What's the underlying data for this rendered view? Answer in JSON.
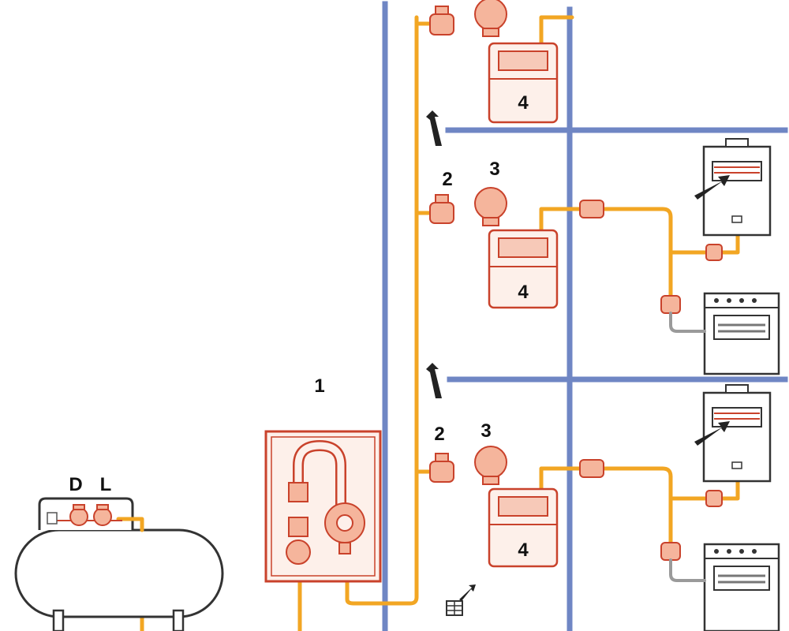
{
  "labels": {
    "tank_valve_d": "D",
    "tank_valve_l": "L",
    "regulator_box": "1",
    "upper_floor": {
      "meter": "4"
    },
    "middle_floor": {
      "shutoff_valve": "2",
      "regulator": "3",
      "meter": "4"
    },
    "lower_floor": {
      "shutoff_valve": "2",
      "regulator": "3",
      "meter": "4"
    }
  },
  "colors": {
    "wall": "#6f86c4",
    "gas_pipe": "#f2a623",
    "component_outline": "#c9422b",
    "component_fill": "#f5b59c",
    "appliance_outline": "#333333"
  },
  "icons": [
    "lpg-tank-icon",
    "pressure-regulator-icon",
    "shutoff-valve-icon",
    "gas-meter-icon",
    "water-heater-icon",
    "gas-stove-icon",
    "vent-arrow-icon",
    "ventilation-grille-icon"
  ]
}
